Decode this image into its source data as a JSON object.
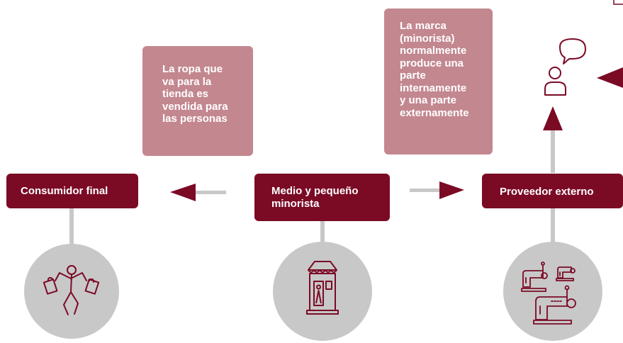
{
  "notes": {
    "left": "La ropa que\nva para la\ntienda es\nvendida para\nlas personas",
    "right": "La marca\n(minorista)\nnormalmente\nproduce una\nparte\ninternamente\ny una parte\nexternamente"
  },
  "nodes": {
    "consumer": "Consumidor final",
    "retailer": "Medio y pequeño\nminorista",
    "supplier": "Proveedor externo"
  },
  "icons": {
    "consumer": "shopper-with-bags-icon",
    "retailer": "storefront-icon",
    "supplier": "sewing-machines-icon",
    "person_speech": "person-with-speech-bubble-icon"
  },
  "colors": {
    "node": "#7b0a25",
    "note": "#c38790",
    "connector": "#c8c8c8",
    "circle": "#c8c8c8",
    "icon_stroke": "#7b0a25"
  }
}
